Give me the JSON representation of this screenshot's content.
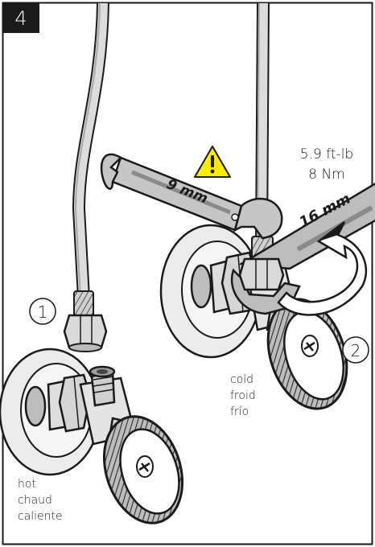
{
  "step_number": "4",
  "callouts": {
    "one": "1",
    "two": "2"
  },
  "torque": {
    "imperial": "5.9 ft-lb",
    "metric": "8 Nm"
  },
  "wrenches": {
    "small": "9 mm",
    "large": "16 mm"
  },
  "labels": {
    "cold": [
      "cold",
      "froid",
      "frío"
    ],
    "hot": [
      "hot",
      "chaud",
      "caliente"
    ]
  },
  "colors": {
    "warning_fill": "#ffed00",
    "line": "#1a1a1a",
    "metal_light": "#e6e6e6",
    "metal_mid": "#c8c8c8",
    "metal_dark": "#a8a8a8",
    "step_box": "#1a1a1a"
  }
}
